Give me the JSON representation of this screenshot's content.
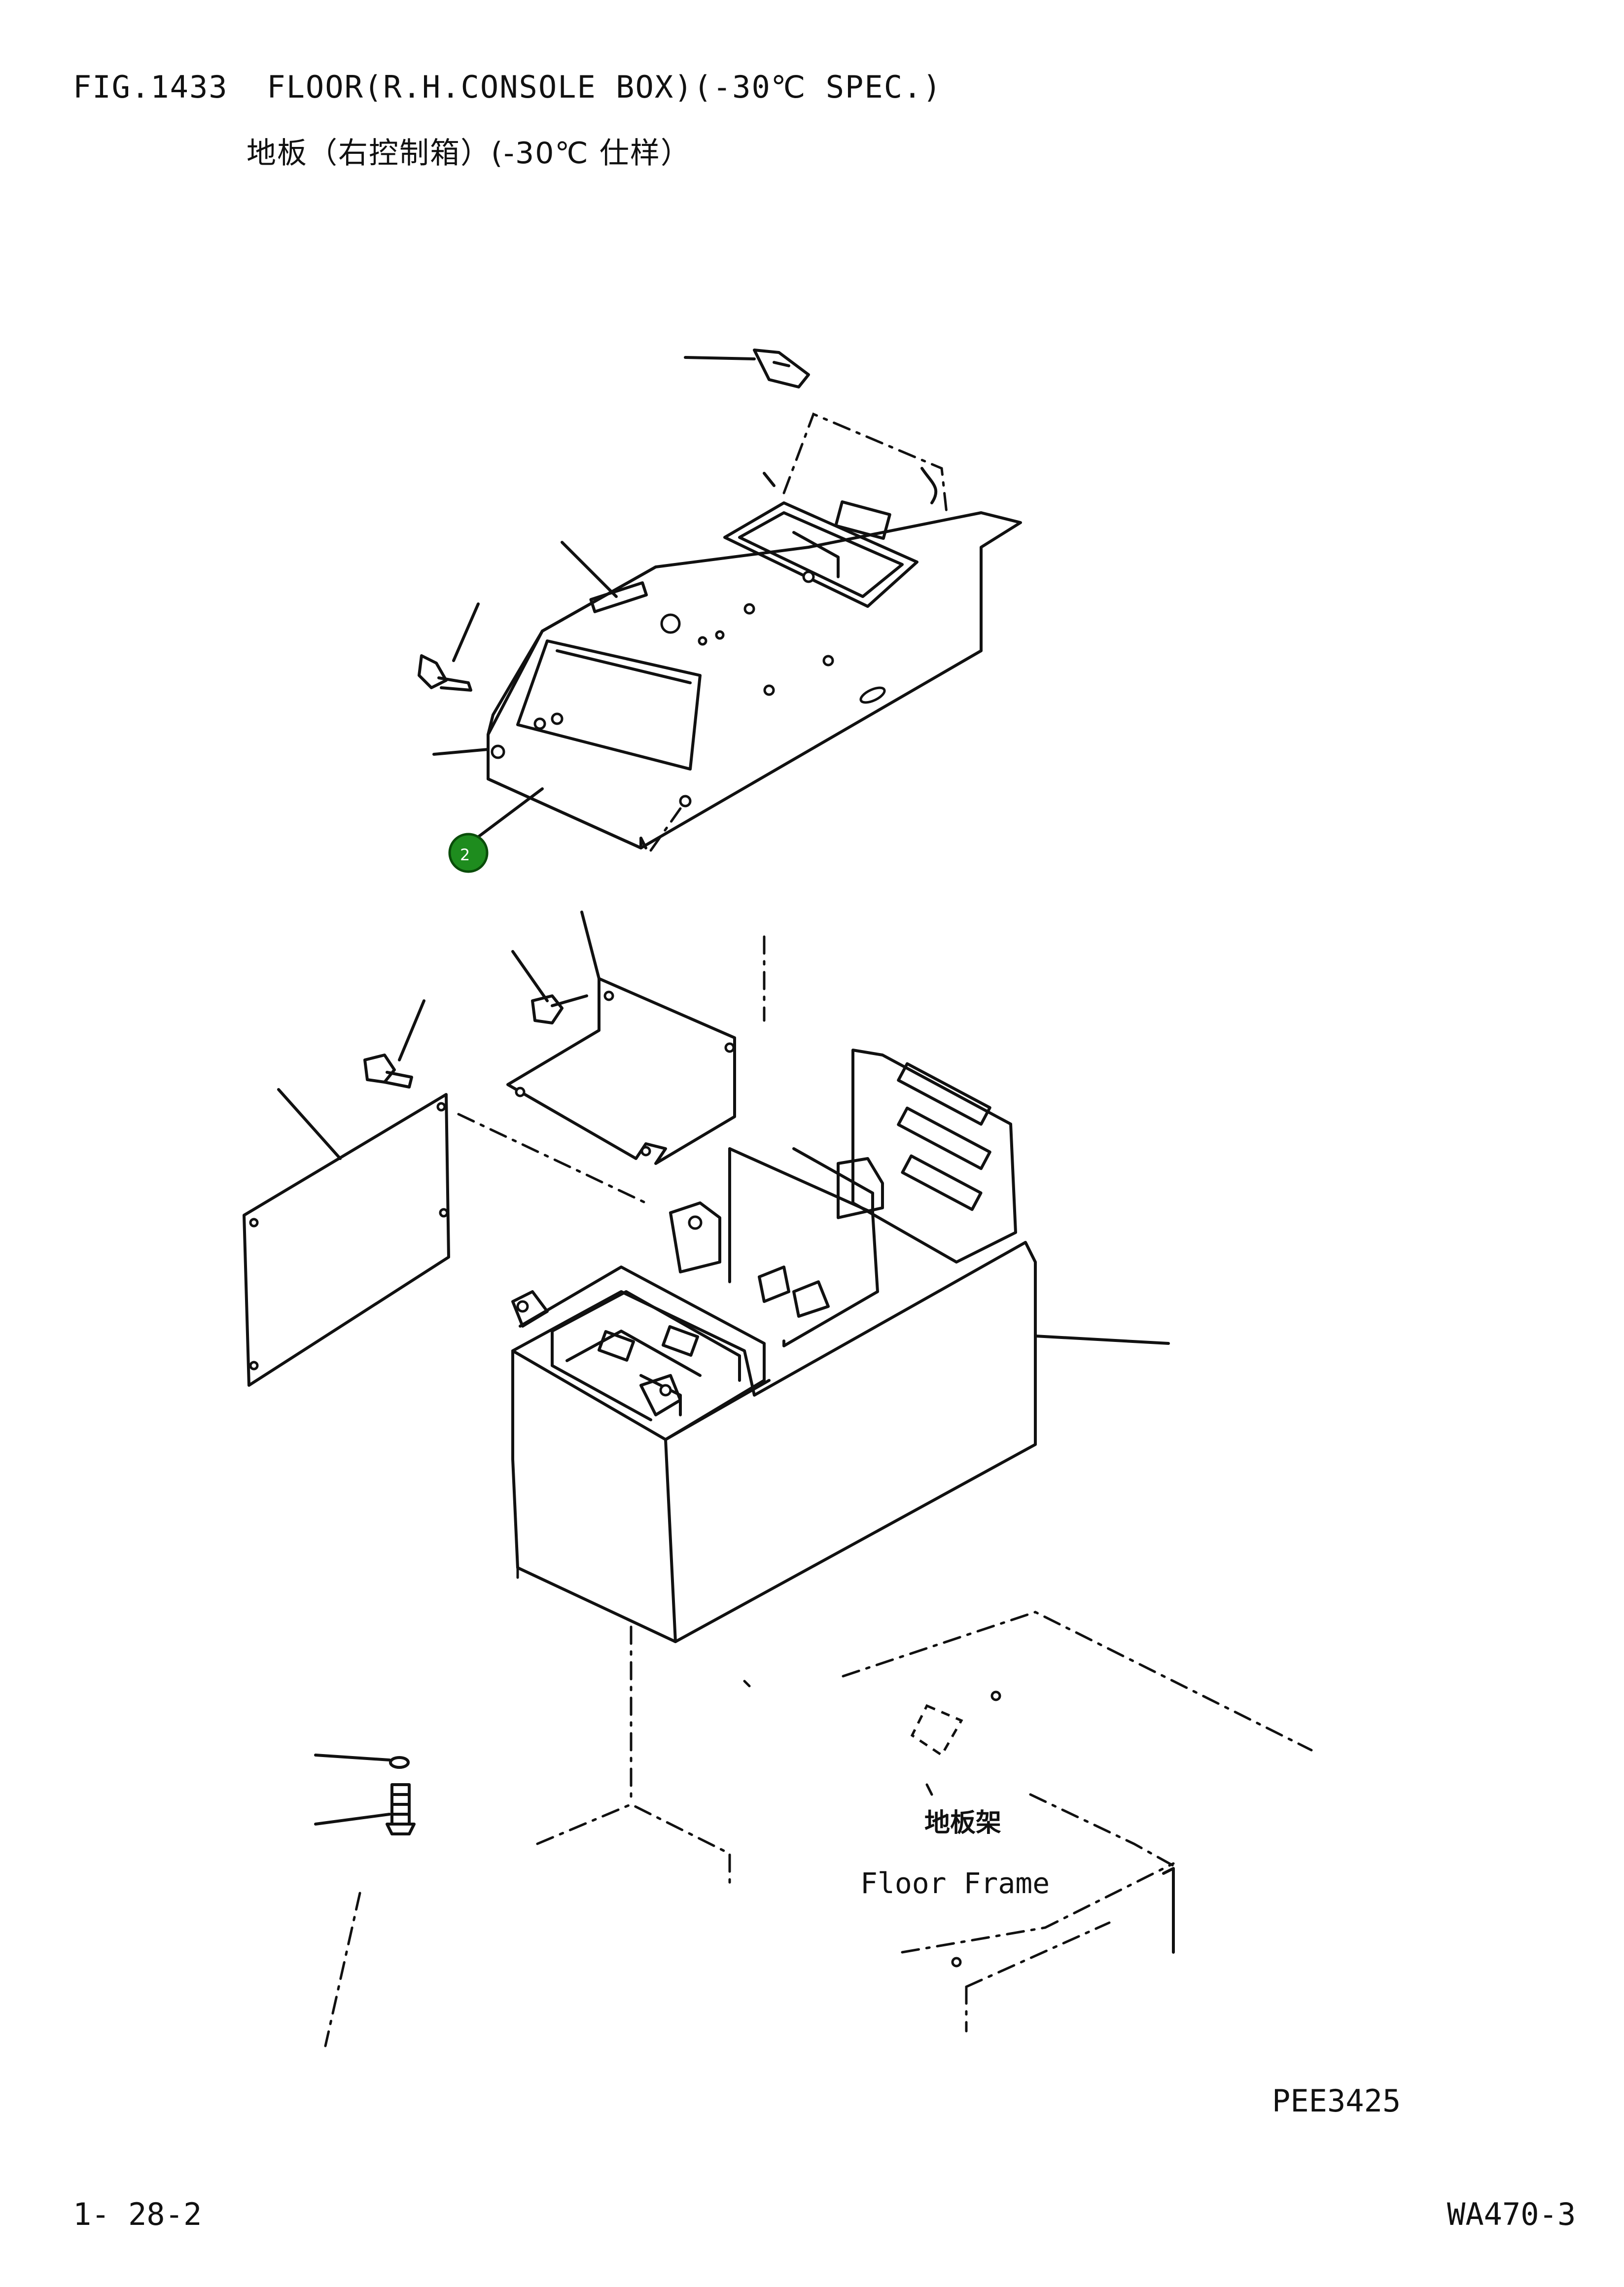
{
  "header": {
    "figure_title": "FIG.1433  FLOOR(R.H.CONSOLE BOX)(-30℃ SPEC.)",
    "figure_subtitle": "地板（右控制箱）(-30℃ 仕样）"
  },
  "diagram": {
    "floor_frame_label_cn": "地板架",
    "floor_frame_label_en": "Floor Frame",
    "callouts": [
      {
        "number": "2",
        "color": "#1e8c1e"
      }
    ]
  },
  "footer": {
    "drawing_code": "PEE3425",
    "page_number": "1- 28-2",
    "model": "WA470-3"
  }
}
